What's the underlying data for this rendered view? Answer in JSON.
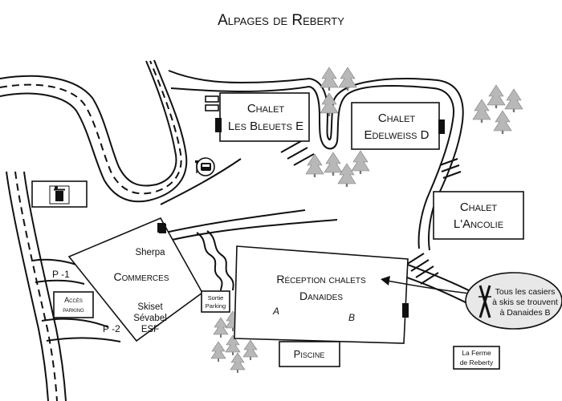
{
  "title": "Alpages de Reberty",
  "buildings": {
    "bleuets": [
      "Chalet",
      "Les Bleuets E"
    ],
    "edelweiss": [
      "Chalet",
      "Edelweiss D"
    ],
    "ancolie": [
      "Chalet",
      "L'Ancolie"
    ],
    "reception": [
      "Réception chalets",
      "Danaides"
    ],
    "reception_a": "A",
    "reception_b": "B",
    "piscine": "Piscine",
    "commerces": "Commerces",
    "sherpa": "Sherpa",
    "shops": [
      "Skiset",
      "Sévabel",
      "ESF"
    ],
    "sortie": [
      "Sortie",
      "Parking"
    ],
    "acces": [
      "Accès",
      "parking"
    ],
    "ferme": [
      "La Ferme",
      "de Reberty"
    ]
  },
  "parking": {
    "p1": "P -1",
    "p2": "P -2"
  },
  "callout": [
    "Tous les casiers",
    "à skis se trouvent",
    "à Danaides B"
  ],
  "icons": {
    "bus": "bus-stop-icon",
    "trash": "trash-bin-icon",
    "skis": "skis-icon",
    "tree": "fir-tree-icon"
  }
}
